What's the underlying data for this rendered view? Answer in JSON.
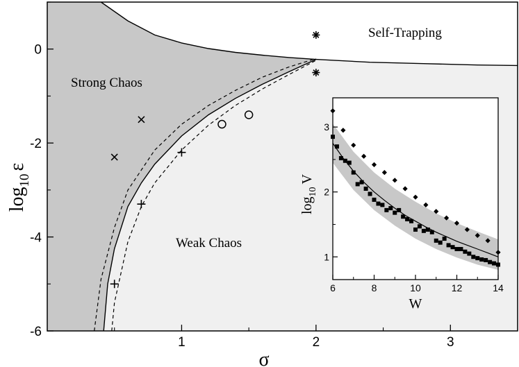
{
  "chart_data": [
    {
      "type": "phase-diagram",
      "xlabel": "σ",
      "ylabel": "log",
      "ylabel_sub": "10",
      "ylabel_sym": "ε",
      "xlim": [
        0.0,
        3.5
      ],
      "ylim": [
        -6,
        1
      ],
      "xticks": [
        1,
        2,
        3
      ],
      "yticks": [
        0,
        -2,
        -4,
        -6
      ],
      "region_labels": {
        "strong": "Strong Chaos",
        "weak": "Weak Chaos",
        "self_trapping": "Self-Trapping"
      },
      "colors": {
        "strong_fill": "#c8c8c8",
        "weak_fill": "#f0f0f0",
        "self_trapping_fill": "#ffffff"
      },
      "self_trapping_boundary": [
        [
          0.4,
          1.0
        ],
        [
          0.6,
          0.6
        ],
        [
          0.8,
          0.3
        ],
        [
          1.0,
          0.13
        ],
        [
          1.2,
          0.01
        ],
        [
          1.4,
          -0.07
        ],
        [
          1.6,
          -0.13
        ],
        [
          1.8,
          -0.18
        ],
        [
          2.0,
          -0.22
        ],
        [
          2.4,
          -0.28
        ],
        [
          2.8,
          -0.31
        ],
        [
          3.2,
          -0.34
        ],
        [
          3.5,
          -0.35
        ]
      ],
      "strong_weak_boundary": [
        [
          0.42,
          -6.0
        ],
        [
          0.45,
          -5.0
        ],
        [
          0.5,
          -4.25
        ],
        [
          0.6,
          -3.35
        ],
        [
          0.7,
          -2.85
        ],
        [
          0.8,
          -2.45
        ],
        [
          1.0,
          -1.85
        ],
        [
          1.2,
          -1.4
        ],
        [
          1.4,
          -1.05
        ],
        [
          1.6,
          -0.75
        ],
        [
          1.8,
          -0.48
        ],
        [
          2.0,
          -0.22
        ]
      ],
      "dashed_upper": [
        [
          0.35,
          -6.0
        ],
        [
          0.4,
          -4.9
        ],
        [
          0.5,
          -3.8
        ],
        [
          0.6,
          -3.0
        ],
        [
          0.8,
          -2.15
        ],
        [
          1.0,
          -1.6
        ],
        [
          1.2,
          -1.2
        ],
        [
          1.4,
          -0.88
        ],
        [
          1.6,
          -0.6
        ],
        [
          1.8,
          -0.38
        ],
        [
          2.0,
          -0.2
        ]
      ],
      "dashed_lower": [
        [
          0.48,
          -6.0
        ],
        [
          0.5,
          -5.4
        ],
        [
          0.6,
          -4.1
        ],
        [
          0.7,
          -3.35
        ],
        [
          0.8,
          -2.85
        ],
        [
          1.0,
          -2.15
        ],
        [
          1.2,
          -1.62
        ],
        [
          1.4,
          -1.2
        ],
        [
          1.6,
          -0.85
        ],
        [
          1.8,
          -0.54
        ],
        [
          2.0,
          -0.24
        ]
      ],
      "markers": {
        "cross_x": [
          [
            0.5,
            -2.3
          ],
          [
            0.7,
            -1.5
          ]
        ],
        "plus": [
          [
            0.5,
            -5.0
          ],
          [
            0.7,
            -3.3
          ],
          [
            1.0,
            -2.2
          ]
        ],
        "circle": [
          [
            1.3,
            -1.6
          ],
          [
            1.5,
            -1.4
          ]
        ],
        "star": [
          [
            2.0,
            0.3
          ],
          [
            2.0,
            -0.5
          ]
        ]
      }
    },
    {
      "type": "scatter",
      "xlabel": "W",
      "ylabel": "log",
      "ylabel_sub": "10",
      "ylabel_sym": "V",
      "xlim": [
        6,
        14
      ],
      "ylim": [
        0.65,
        3.45
      ],
      "xticks": [
        6,
        8,
        10,
        12,
        14
      ],
      "yticks": [
        1,
        2,
        3
      ],
      "colors": {
        "band": "#c8c8c8"
      },
      "fit_curve": [
        [
          6.0,
          2.75
        ],
        [
          6.5,
          2.52
        ],
        [
          7.0,
          2.32
        ],
        [
          7.5,
          2.15
        ],
        [
          8.0,
          2.0
        ],
        [
          8.5,
          1.87
        ],
        [
          9.0,
          1.75
        ],
        [
          9.5,
          1.64
        ],
        [
          10.0,
          1.55
        ],
        [
          10.5,
          1.46
        ],
        [
          11.0,
          1.38
        ],
        [
          11.5,
          1.31
        ],
        [
          12.0,
          1.24
        ],
        [
          12.5,
          1.18
        ],
        [
          13.0,
          1.12
        ],
        [
          13.5,
          1.06
        ],
        [
          14.0,
          1.0
        ]
      ],
      "band_upper": [
        [
          6.0,
          3.05
        ],
        [
          7.0,
          2.62
        ],
        [
          8.0,
          2.3
        ],
        [
          9.0,
          2.05
        ],
        [
          10.0,
          1.85
        ],
        [
          11.0,
          1.67
        ],
        [
          12.0,
          1.52
        ],
        [
          13.0,
          1.39
        ],
        [
          14.0,
          1.27
        ]
      ],
      "band_lower": [
        [
          6.0,
          2.45
        ],
        [
          7.0,
          2.03
        ],
        [
          8.0,
          1.72
        ],
        [
          9.0,
          1.48
        ],
        [
          10.0,
          1.28
        ],
        [
          11.0,
          1.12
        ],
        [
          12.0,
          0.99
        ],
        [
          13.0,
          0.88
        ],
        [
          14.0,
          0.8
        ]
      ],
      "series": [
        {
          "marker": "diamond",
          "points": [
            [
              6.0,
              3.25
            ],
            [
              6.5,
              2.95
            ],
            [
              7.0,
              2.72
            ],
            [
              7.5,
              2.55
            ],
            [
              8.0,
              2.42
            ],
            [
              8.5,
              2.3
            ],
            [
              9.0,
              2.18
            ],
            [
              9.5,
              2.05
            ],
            [
              10.0,
              1.92
            ],
            [
              10.5,
              1.8
            ],
            [
              11.0,
              1.7
            ],
            [
              11.5,
              1.6
            ],
            [
              12.0,
              1.52
            ],
            [
              12.5,
              1.42
            ],
            [
              13.0,
              1.33
            ],
            [
              13.5,
              1.25
            ],
            [
              14.0,
              1.07
            ]
          ]
        },
        {
          "marker": "square",
          "points": [
            [
              6.0,
              2.85
            ],
            [
              6.2,
              2.7
            ],
            [
              6.4,
              2.52
            ],
            [
              6.6,
              2.48
            ],
            [
              6.8,
              2.45
            ],
            [
              7.0,
              2.3
            ],
            [
              7.2,
              2.12
            ],
            [
              7.4,
              2.15
            ],
            [
              7.6,
              2.05
            ],
            [
              7.8,
              1.97
            ],
            [
              8.0,
              1.88
            ],
            [
              8.2,
              1.82
            ],
            [
              8.4,
              1.8
            ],
            [
              8.6,
              1.72
            ],
            [
              8.8,
              1.75
            ],
            [
              9.0,
              1.68
            ],
            [
              9.2,
              1.72
            ],
            [
              9.4,
              1.62
            ],
            [
              9.6,
              1.58
            ],
            [
              9.8,
              1.55
            ],
            [
              10.0,
              1.42
            ],
            [
              10.2,
              1.47
            ],
            [
              10.4,
              1.4
            ],
            [
              10.6,
              1.42
            ],
            [
              10.8,
              1.38
            ],
            [
              11.0,
              1.25
            ],
            [
              11.2,
              1.22
            ],
            [
              11.4,
              1.28
            ],
            [
              11.6,
              1.18
            ],
            [
              11.8,
              1.15
            ],
            [
              12.0,
              1.12
            ],
            [
              12.2,
              1.12
            ],
            [
              12.4,
              1.08
            ],
            [
              12.6,
              1.05
            ],
            [
              12.8,
              1.0
            ],
            [
              13.0,
              0.98
            ],
            [
              13.2,
              0.96
            ],
            [
              13.4,
              0.95
            ],
            [
              13.6,
              0.92
            ],
            [
              13.8,
              0.9
            ],
            [
              14.0,
              0.88
            ]
          ]
        }
      ]
    }
  ]
}
